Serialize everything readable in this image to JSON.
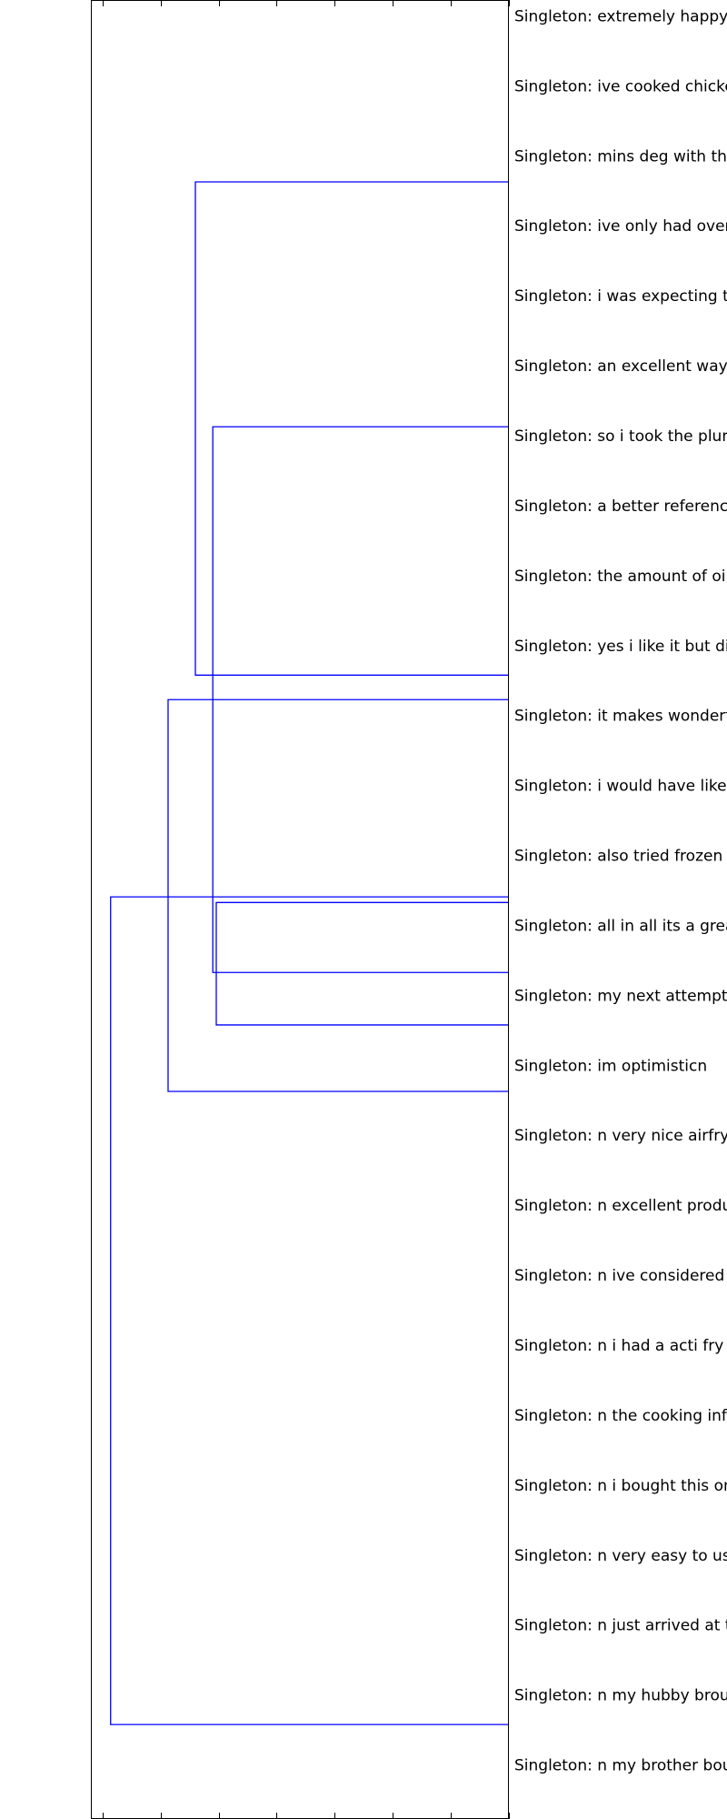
{
  "chart_data": {
    "type": "dendrogram",
    "orientation": "left",
    "line_color": "#0000ff",
    "frame_color": "#000000",
    "xlim": [
      7.2,
      0
    ],
    "xticks": [
      7,
      6,
      5,
      4,
      3,
      2,
      1,
      0
    ],
    "tick_labels_visible": false,
    "grid": false,
    "labels": [
      "Singleton: extremely happyn",
      "Singleton: ive cooked chicke",
      "Singleton: mins deg with the",
      "Singleton: ive only had over",
      "Singleton: i was expecting to",
      "Singleton: an excellent way",
      "Singleton: so i took the plun",
      "Singleton: a better reference",
      "Singleton: the amount of oil",
      "Singleton: yes i like it but di",
      "Singleton: it makes wonderf",
      "Singleton: i would have liked",
      "Singleton: also tried frozen c",
      "Singleton: all in all its a grea",
      "Singleton: my next attempt",
      "Singleton: im optimisticn",
      "Singleton: n very nice airfrye",
      "Singleton: n excellent produ",
      "Singleton: n ive considered",
      "Singleton: n i had a acti fry a",
      "Singleton: n the cooking info",
      "Singleton: n i bought this on",
      "Singleton: n very easy to us",
      "Singleton: n just arrived at t",
      "Singleton: n my hubby broug",
      "Singleton: n my brother bou"
    ],
    "links": [
      {
        "y1": 2.1,
        "y2": 9.15,
        "height": 5.4
      },
      {
        "y1": 5.6,
        "y2": 13.4,
        "height": 5.1
      },
      {
        "y1": 12.4,
        "y2": 14.15,
        "height": 5.04
      },
      {
        "y1": 9.5,
        "y2": 15.1,
        "height": 5.87
      },
      {
        "y1": 12.32,
        "y2": 24.15,
        "height": 6.86
      }
    ]
  }
}
